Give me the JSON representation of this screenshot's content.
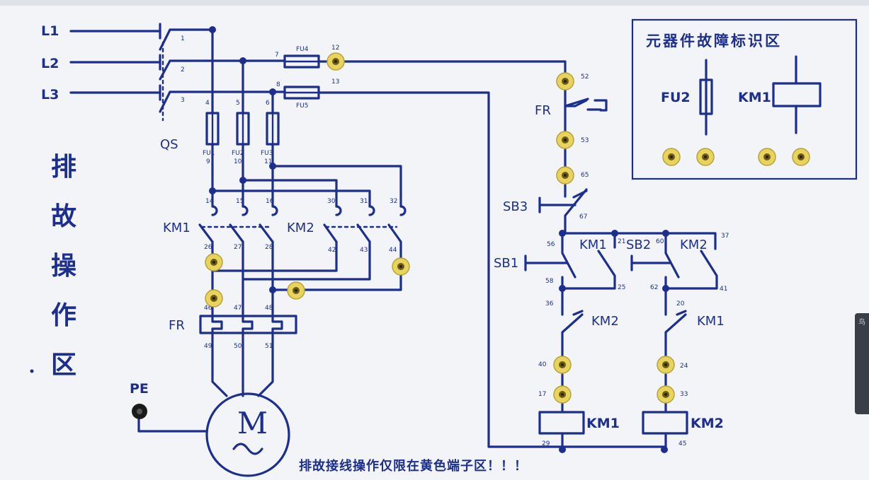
{
  "side_title": [
    "排",
    "故",
    "操",
    "作",
    "区"
  ],
  "fault_box_title": "元器件故障标识区",
  "footer": "排故接线操作仅限在黄色端子区！！！",
  "edge_label": "鸟",
  "labels": {
    "L1": "L1",
    "L2": "L2",
    "L3": "L3",
    "QS": "QS",
    "FU1": "FU1",
    "FU2": "FU2",
    "FU3": "FU3",
    "FU4": "FU4",
    "FU5": "FU5",
    "KM1": "KM1",
    "KM2": "KM2",
    "FR": "FR",
    "PE": "PE",
    "M": "M",
    "SB1": "SB1",
    "SB2": "SB2",
    "SB3": "SB3",
    "FU2_id": "FU2",
    "KM1_id": "KM1"
  },
  "wire_numbers": [
    "1",
    "2",
    "3",
    "4",
    "5",
    "6",
    "7",
    "8",
    "9",
    "10",
    "11",
    "12",
    "13",
    "14",
    "15",
    "16",
    "17",
    "20",
    "21",
    "24",
    "25",
    "26",
    "27",
    "28",
    "29",
    "30",
    "31",
    "32",
    "33",
    "36",
    "37",
    "40",
    "41",
    "42",
    "43",
    "44",
    "45",
    "46",
    "47",
    "48",
    "49",
    "50",
    "51",
    "52",
    "53",
    "56",
    "58",
    "60",
    "62",
    "65",
    "67"
  ],
  "colors": {
    "panel": "#f2f4f7",
    "ink": "#1c2f8e",
    "terminal_ring": "#e8d35c",
    "terminal_core": "#6b5a1c"
  }
}
